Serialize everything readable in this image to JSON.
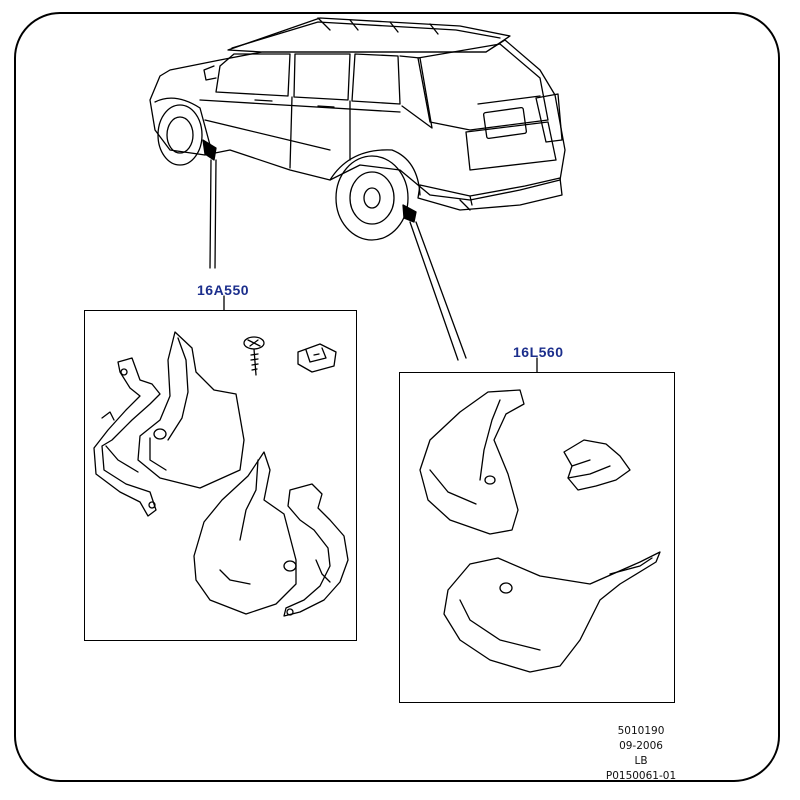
{
  "callouts": {
    "front_kit": "16A550",
    "rear_kit": "16L560"
  },
  "footer": {
    "line1": "5010190",
    "line2": "09-2006",
    "line3": "LB",
    "line4": "P0150061-01"
  },
  "colors": {
    "line": "#000000",
    "callout_text": "#1b2e8c",
    "background": "#ffffff"
  }
}
